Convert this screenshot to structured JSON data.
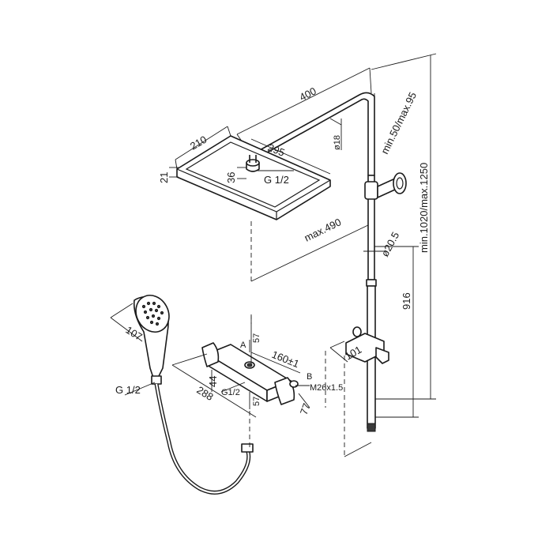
{
  "drawing": {
    "dimensions": {
      "arm_length": "400",
      "head_width": "210",
      "head_depth": "295",
      "head_thickness": "21",
      "connector_height": "36",
      "connector_thread": "G 1/2",
      "arm_diameter": "ø18",
      "arm_height_range": "min.50/max.95",
      "overall_height_range": "min.1020/max.1250",
      "head_reach": "max.490",
      "rail_diameter": "ø20.5",
      "rail_height": "916",
      "holder_width": "101",
      "handshower_width": "107",
      "handshower_thread": "G 1/2",
      "valve_width": "288",
      "valve_centers": "160±1",
      "valve_depth_top": "57",
      "valve_depth_bottom": "57",
      "valve_height": "44",
      "valve_outlet_thread": "G1/2",
      "valve_inlet_thread": "M26x1.5",
      "valve_depth": "77",
      "outlet_a_label": "A",
      "outlet_b_label": "B"
    }
  }
}
